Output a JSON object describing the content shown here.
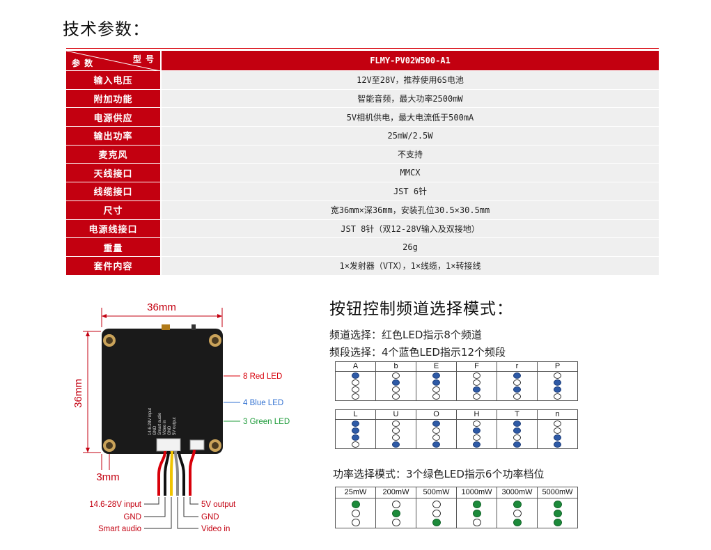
{
  "title": "技术参数：",
  "spec": {
    "header_param": "参 数",
    "header_model": "型 号",
    "model": "FLMY-PV02W500-A1",
    "rows": [
      {
        "key": "输入电压",
        "value": "12V至28V，推荐使用6S电池"
      },
      {
        "key": "附加功能",
        "value": "智能音频，最大功率2500mW"
      },
      {
        "key": "电源供应",
        "value": "5V相机供电，最大电流低于500mA"
      },
      {
        "key": "输出功率",
        "value": "25mW/2.5W"
      },
      {
        "key": "麦克风",
        "value": "不支持"
      },
      {
        "key": "天线接口",
        "value": "MMCX"
      },
      {
        "key": "线缆接口",
        "value": "JST 6针"
      },
      {
        "key": "尺寸",
        "value": "宽36mm×深36mm，安装孔位30.5×30.5mm"
      },
      {
        "key": "电源线接口",
        "value": "JST 8针（双12-28V输入及双接地）"
      },
      {
        "key": "重量",
        "value": "26g"
      },
      {
        "key": "套件内容",
        "value": "1×发射器（VTX），1×线缆，1×转接线"
      }
    ]
  },
  "diagram": {
    "width_label": "36mm",
    "height_label": "36mm",
    "offset_label": "3mm",
    "led_labels": {
      "red": "8 Red LED",
      "blue": "4 Blue LED",
      "green": "3 Green LED"
    },
    "left_wires": [
      "14.6-28V input",
      "GND",
      "Smart audio"
    ],
    "right_wires": [
      "5V output",
      "GND",
      "Video in"
    ],
    "silkscreen": [
      "14.6-28V input",
      "GND",
      "Smart audio",
      "Video in",
      "GND",
      "5V output"
    ],
    "colors": {
      "red_led": "#d8000a",
      "blue_led": "#2f6fd0",
      "green_led": "#1e9b3a"
    }
  },
  "modes": {
    "title": "按钮控制频道选择模式：",
    "channel_line": "频道选择：红色LED指示8个频道",
    "band_line": "频段选择：4个蓝色LED指示12个频段",
    "bands_row1": [
      {
        "label": "A",
        "leds": [
          1,
          0,
          0,
          0
        ]
      },
      {
        "label": "b",
        "leds": [
          0,
          1,
          0,
          0
        ]
      },
      {
        "label": "E",
        "leds": [
          1,
          1,
          0,
          0
        ]
      },
      {
        "label": "F",
        "leds": [
          0,
          0,
          1,
          0
        ]
      },
      {
        "label": "r",
        "leds": [
          1,
          0,
          1,
          0
        ]
      },
      {
        "label": "P",
        "leds": [
          0,
          1,
          1,
          0
        ]
      }
    ],
    "bands_row2": [
      {
        "label": "L",
        "leds": [
          1,
          1,
          1,
          0
        ]
      },
      {
        "label": "U",
        "leds": [
          0,
          0,
          0,
          1
        ]
      },
      {
        "label": "O",
        "leds": [
          1,
          0,
          0,
          1
        ]
      },
      {
        "label": "H",
        "leds": [
          0,
          1,
          0,
          1
        ]
      },
      {
        "label": "T",
        "leds": [
          1,
          1,
          0,
          1
        ]
      },
      {
        "label": "n",
        "leds": [
          0,
          0,
          1,
          1
        ]
      }
    ],
    "power_line": "功率选择模式：3个绿色LED指示6个功率档位",
    "power_levels": [
      {
        "label": "25mW",
        "leds": [
          1,
          0,
          0
        ]
      },
      {
        "label": "200mW",
        "leds": [
          0,
          1,
          0
        ]
      },
      {
        "label": "500mW",
        "leds": [
          0,
          0,
          1
        ]
      },
      {
        "label": "1000mW",
        "leds": [
          1,
          1,
          0
        ]
      },
      {
        "label": "3000mW",
        "leds": [
          1,
          0,
          1
        ]
      },
      {
        "label": "5000mW",
        "leds": [
          1,
          1,
          1
        ]
      }
    ]
  }
}
